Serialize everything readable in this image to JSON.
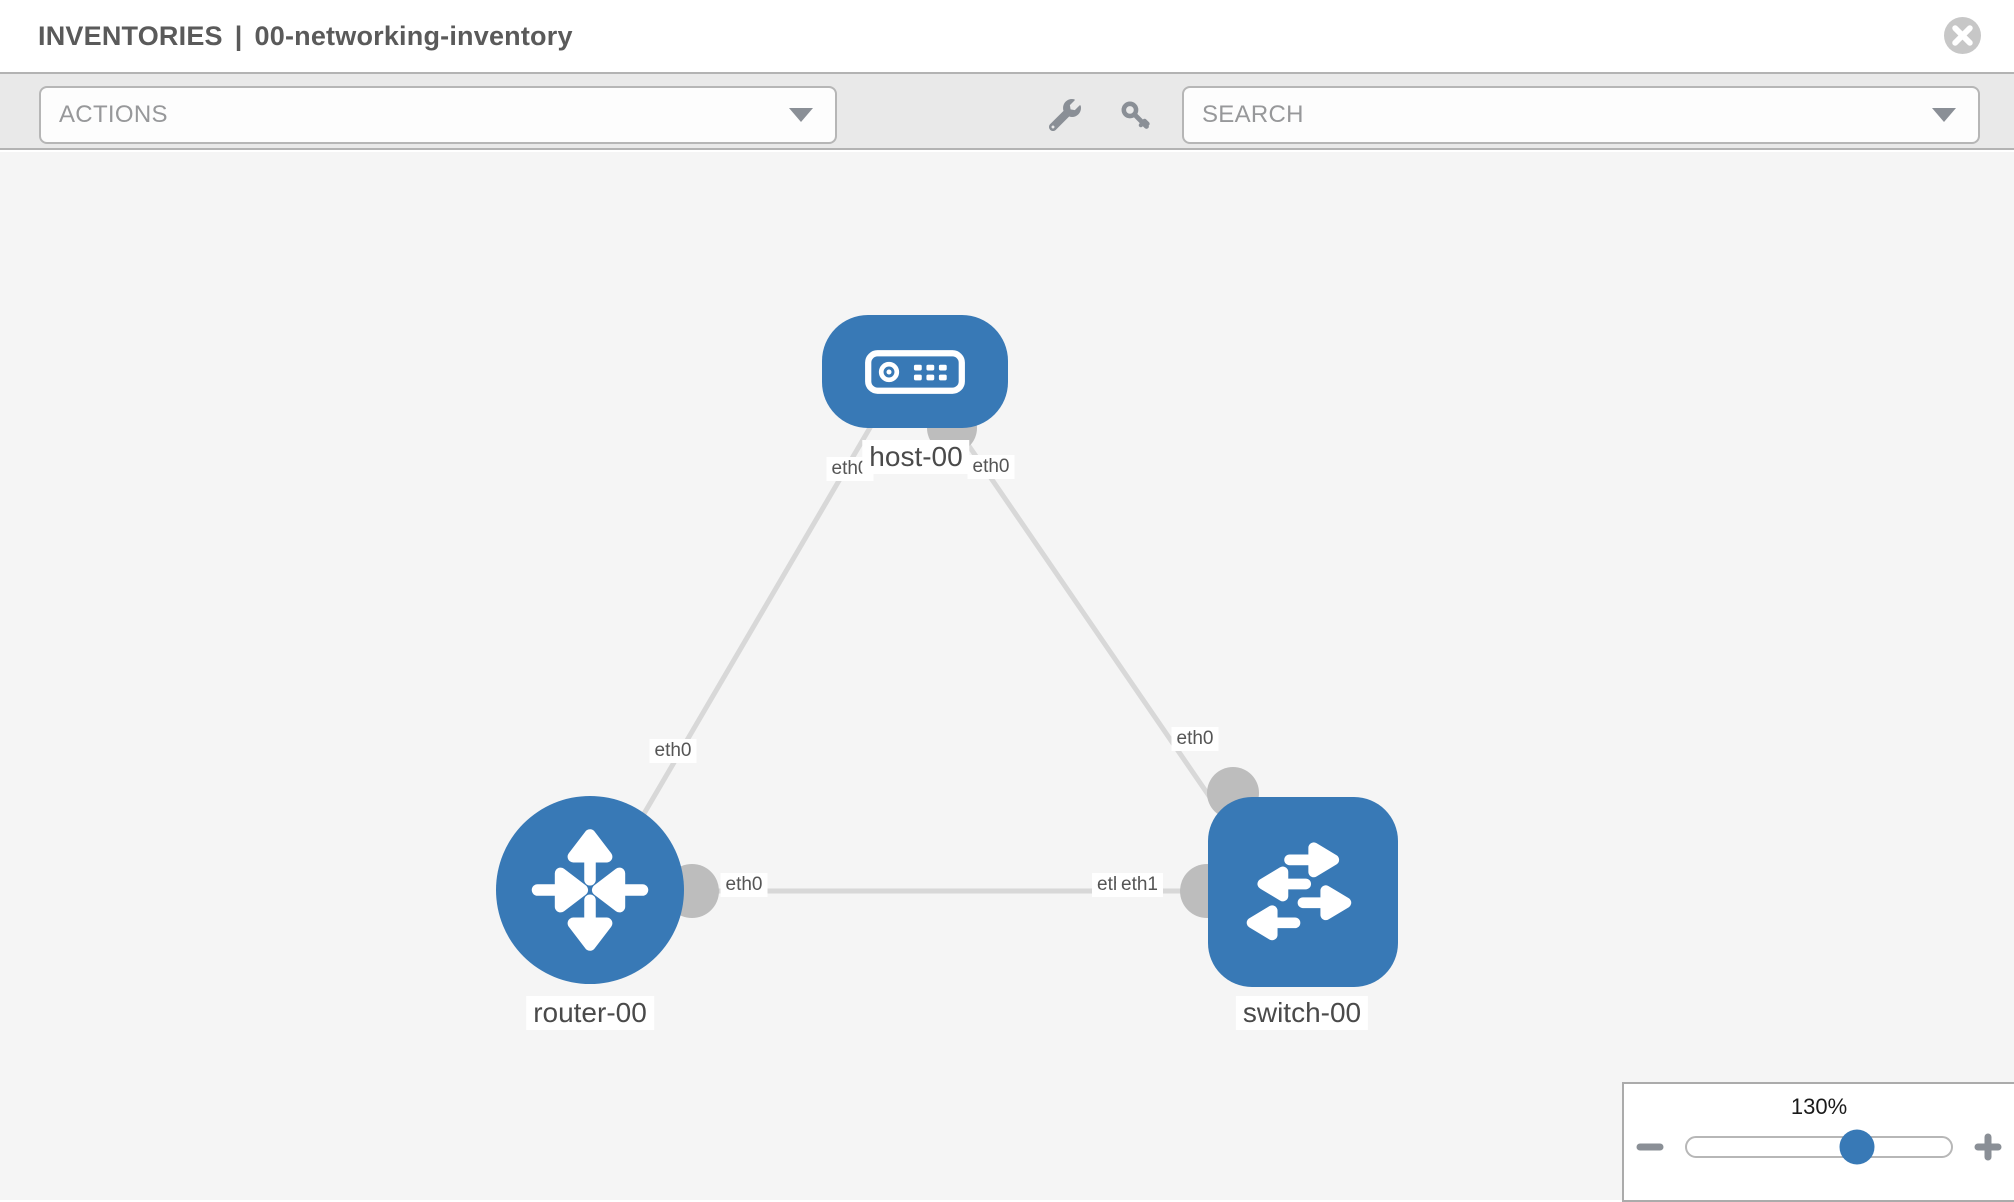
{
  "header": {
    "breadcrumb_root": "INVENTORIES",
    "separator": "|",
    "inventory_name": "00-networking-inventory"
  },
  "toolbar": {
    "actions_placeholder": "ACTIONS",
    "search_placeholder": "SEARCH"
  },
  "topology": {
    "nodes": [
      {
        "id": "host-00",
        "type": "host",
        "label": "host-00"
      },
      {
        "id": "router-00",
        "type": "router",
        "label": "router-00"
      },
      {
        "id": "switch-00",
        "type": "switch",
        "label": "switch-00"
      }
    ],
    "links": [
      {
        "source": "host-00",
        "target": "router-00",
        "source_iface": "eth0",
        "target_iface": "eth0"
      },
      {
        "source": "host-00",
        "target": "switch-00",
        "source_iface": "eth0",
        "target_iface": "eth0"
      },
      {
        "source": "router-00",
        "target": "switch-00",
        "source_iface": "eth0",
        "target_iface": "eth1"
      }
    ],
    "iface_labels": {
      "host_router_host_side": "eth0",
      "host_router_router_side": "eth0",
      "host_switch_host_side": "eth0",
      "host_switch_switch_side": "eth0",
      "router_switch_router_side": "eth0",
      "router_switch_switch_back": "eth0",
      "router_switch_switch_front": "eth1"
    }
  },
  "zoom_control": {
    "value": "130%",
    "percent": 64.5
  },
  "colors": {
    "node_blue": "#3879b6",
    "edge_gray": "#d8d8d8",
    "port_gray": "#bdbdbd",
    "canvas_bg": "#f5f5f5",
    "toolbar_bg": "#e9e9e9",
    "icon_gray": "#8a8f96"
  }
}
